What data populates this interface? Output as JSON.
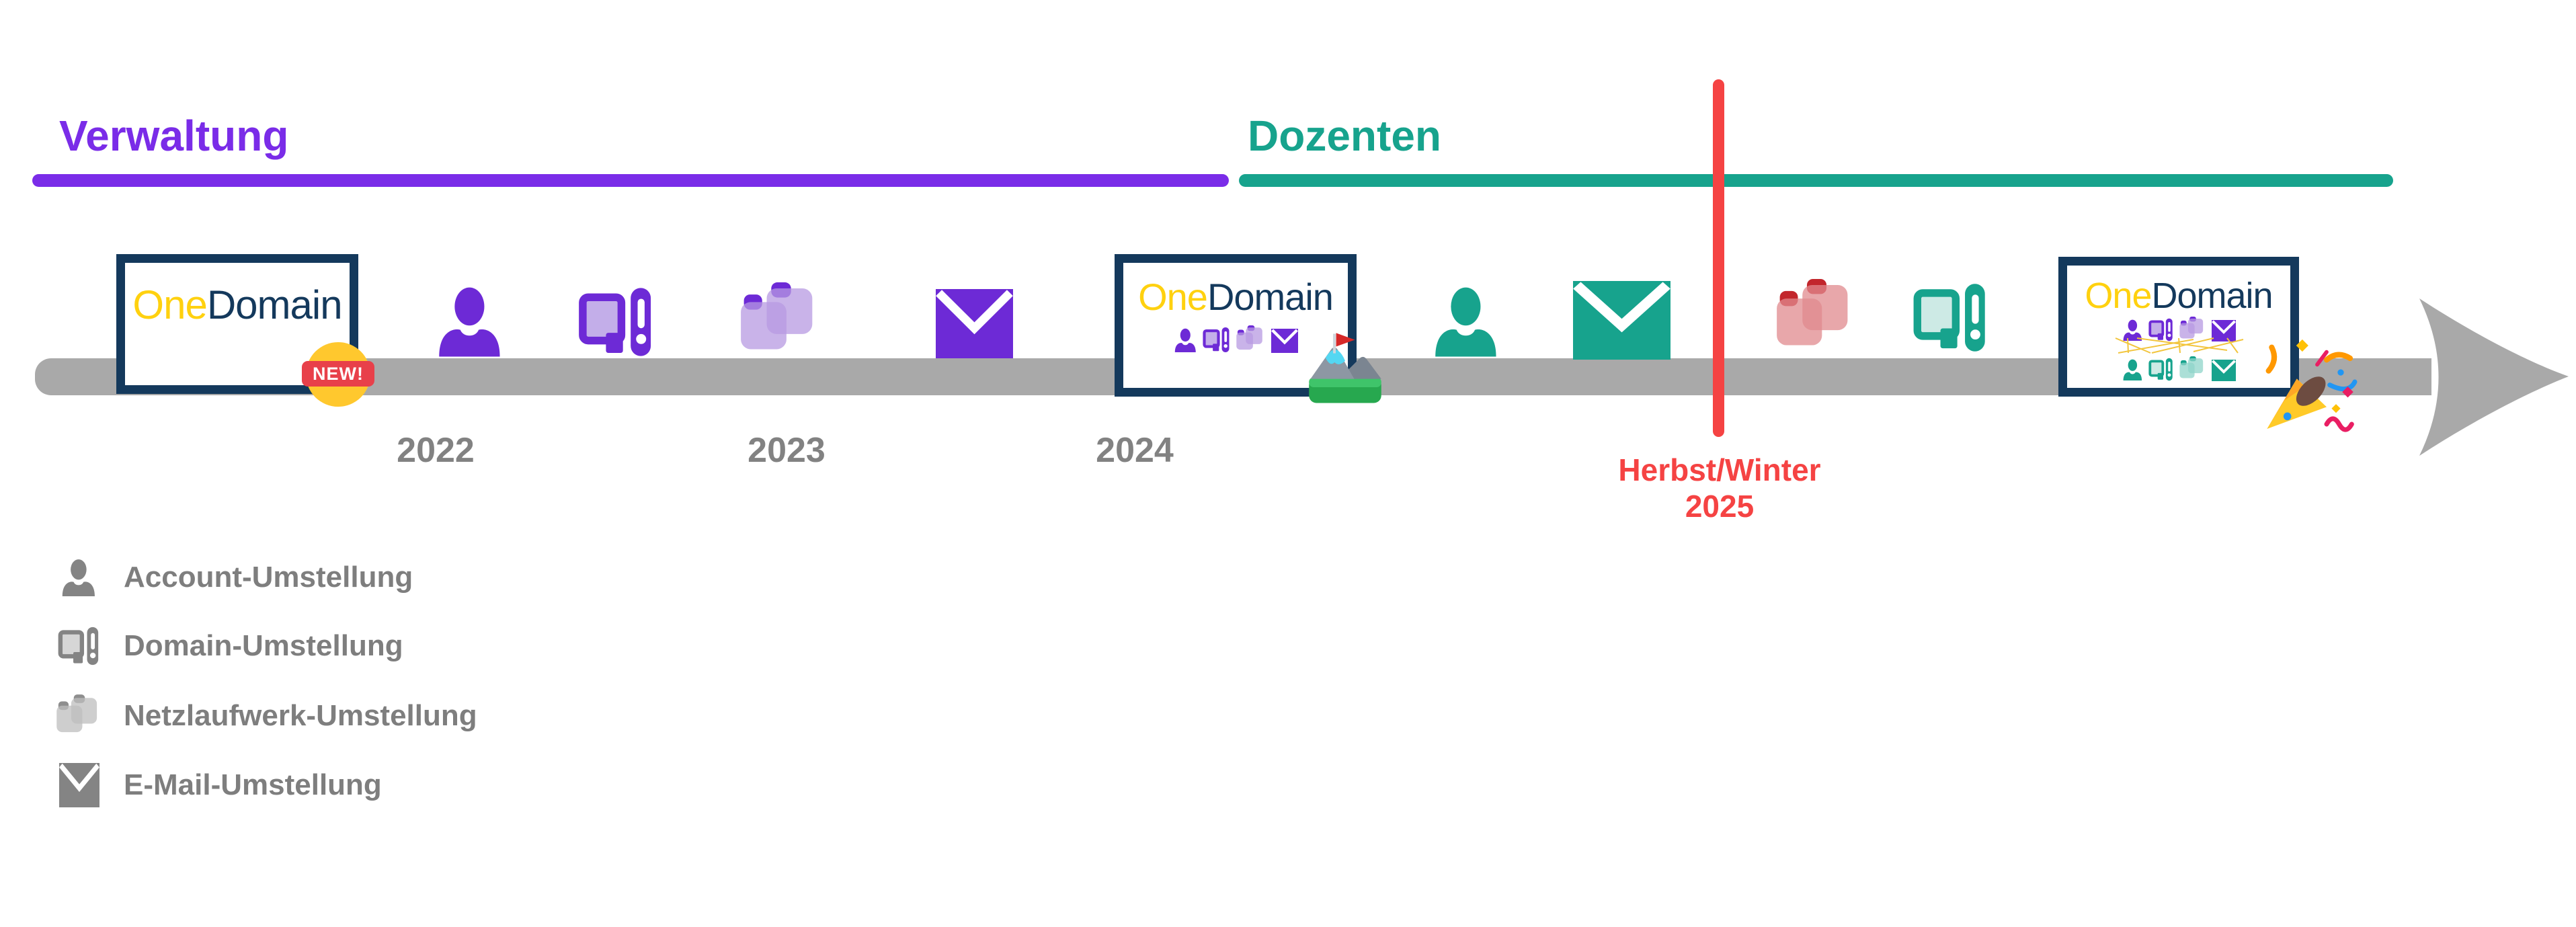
{
  "phases": [
    {
      "label": "Verwaltung",
      "color": "#7a2ce8"
    },
    {
      "label": "Dozenten",
      "color": "#17a38d"
    }
  ],
  "brand": {
    "one": "One",
    "domain": "Domain",
    "one_color": "#ffd10f",
    "domain_color": "#14395c"
  },
  "badge": {
    "label": "NEW!",
    "circle_color": "#ffc82e",
    "ribbon_color": "#e8404a"
  },
  "timeline": {
    "years": [
      "2022",
      "2023",
      "2024"
    ],
    "bar_color": "#a9a9a9"
  },
  "milestone": {
    "line1": "Herbst/Winter",
    "line2": "2025",
    "color": "#f54343"
  },
  "legend": {
    "items": [
      {
        "icon": "account-icon",
        "label": "Account-Umstellung"
      },
      {
        "icon": "domain-icon",
        "label": "Domain-Umstellung"
      },
      {
        "icon": "network-drive-icon",
        "label": "Netzlaufwerk-Umstellung"
      },
      {
        "icon": "email-icon",
        "label": "E-Mail-Umstellung"
      }
    ]
  },
  "icon_colors": {
    "purple_main": "#6d2ad6",
    "purple_light": "#c3aee9",
    "teal_main": "#17a38d",
    "teal_light": "#bfe6df",
    "pink_tab": "#c2262c",
    "pink_light": "#e9a9ad",
    "gray_main": "#848484",
    "gray_light": "#cdcdcd",
    "red_line": "#f54343",
    "navy": "#14395c"
  }
}
